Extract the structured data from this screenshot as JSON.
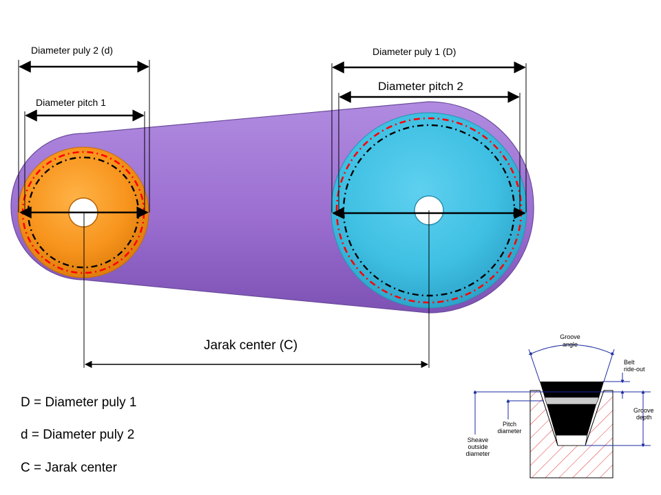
{
  "labels": {
    "diameter_puly_2": "Diameter puly 2 (d)",
    "diameter_pitch_1": "Diameter pitch 1",
    "diameter_puly_1": "Diameter puly 1 (D)",
    "diameter_pitch_2": "Diameter pitch 2",
    "jarak_center": "Jarak center (C)"
  },
  "legend": [
    "D = Diameter puly 1",
    "d = Diameter puly 2",
    "C = Jarak center"
  ],
  "groove_detail": {
    "groove_angle": [
      "Groove",
      "angle"
    ],
    "belt_ride_out": [
      "Belt",
      "ride-out"
    ],
    "groove_depth": [
      "Groove",
      "depth"
    ],
    "pitch_diameter": [
      "Pitch",
      "diameter"
    ],
    "sheave_outside_diameter": [
      "Sheave",
      "outside",
      "diameter"
    ]
  },
  "colors": {
    "small_pulley": "#f7941d",
    "large_pulley": "#3fc0e3",
    "belt": "#9b6ed0",
    "pitch_circle_red": "#ff0000",
    "pitch_circle_black": "#000000",
    "hatch": "#e03030",
    "groove_lines": "#1a2aa0"
  }
}
